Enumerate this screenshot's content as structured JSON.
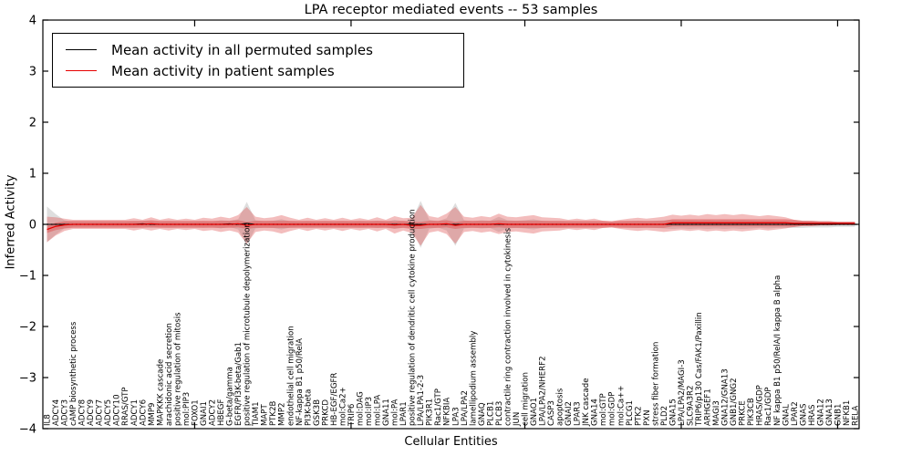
{
  "title": "LPA receptor mediated events -- 53 samples",
  "axes": {
    "xlabel": "Cellular Entities",
    "ylabel": "Inferred Activity",
    "yticks": [
      -4,
      -3,
      -2,
      -1,
      0,
      1,
      2,
      3,
      4
    ],
    "ylim": [
      -4,
      4
    ]
  },
  "legend": {
    "position": "upper left",
    "entries": [
      {
        "label": "Mean activity in all permuted samples",
        "color": "#000000"
      },
      {
        "label": "Mean activity in patient samples",
        "color": "#e60000"
      }
    ]
  },
  "colors": {
    "permuted_line": "#000000",
    "patient_line": "#e60000",
    "patient_band": "#e05252",
    "permuted_band": "#888888",
    "zero_line": "#000000"
  },
  "chart_data": {
    "type": "line",
    "title": "LPA receptor mediated events -- 53 samples",
    "xlabel": "Cellular Entities",
    "ylabel": "Inferred Activity",
    "ylim": [
      -4,
      4
    ],
    "grid": false,
    "legend_position": "upper left",
    "categories": [
      "IL8",
      "ADCY4",
      "ADCY3",
      "cAMP biosynthetic process",
      "ADCY8",
      "ADCY9",
      "ADCY7",
      "ADCY5",
      "ADCY10",
      "RRAS/GTP",
      "ADCY1",
      "ADCY6",
      "MMP9",
      "MAPKKK cascade",
      "arachidonic acid secretion",
      "positive regulation of mitosis",
      "mol:PIP3",
      "FOXO1",
      "GNAI1",
      "ADCY2",
      "HBEGF",
      "G-beta/gamma",
      "EGFR/PI3K-beta/Gab1",
      "positive regulation of microtubule depolymerization",
      "TIAM1",
      "MAPT",
      "PTK2B",
      "MMP2",
      "endothelial cell migration",
      "NF-kappa B1 p50/RelA",
      "PI3K-beta",
      "GSK3B",
      "PRKCD",
      "HB-EGF/EGFR",
      "mol:Ca2+",
      "TRIP6",
      "mol:DAG",
      "mol:IP3",
      "mol:LPA",
      "GNA11",
      "mol:PA",
      "LPAR1",
      "positive regulation of dendritic cell cytokine production",
      "LPA/LPA1-2-3",
      "PIK3R1",
      "Rac1/GTP",
      "NFKBIA",
      "LPA3",
      "LPA/LPA2",
      "lamellipodium assembly",
      "GNAQ",
      "PLCB1",
      "PLCB3",
      "contractile ring contraction involved in cytokinesis",
      "JUN",
      "cell migration",
      "GNAO1",
      "LPA/LPA2/NHERF2",
      "CASP3",
      "apoptosis",
      "GNAI2",
      "LPAR3",
      "JNK cascade",
      "GNA14",
      "mol:GTP",
      "mol:GDP",
      "mol:Ca++",
      "PLCG1",
      "PTK2",
      "PXN",
      "stress fiber formation",
      "PLD2",
      "GNA15",
      "LPA/LPA2/MAGI-3",
      "SLC9A3R2",
      "TRIP6/p130 Cas/FAK1/Paxillin",
      "ARHGEF1",
      "MAGI3",
      "GNA12/GNA13",
      "GNB1/GNG2",
      "PRKCE",
      "PIK3CB",
      "HRAS/GDP",
      "Rac1/GDP",
      "NF kappa B1 p50/RelA/I kappa B alpha",
      "GNAL",
      "LPAR2",
      "GNAS",
      "HRAS",
      "GNA12",
      "GNA13",
      "GNB1",
      "NFKB1",
      "RELA"
    ],
    "series": [
      {
        "name": "Mean activity in all permuted samples",
        "color": "#000000",
        "values": [
          0,
          0,
          0,
          0,
          0,
          0,
          0,
          0,
          0,
          0,
          0,
          0.01,
          0,
          0,
          0,
          0,
          0,
          0,
          0,
          0,
          0,
          0.01,
          0,
          0.02,
          0,
          0,
          0,
          0,
          0,
          0,
          0,
          0,
          0,
          0,
          0,
          0,
          0,
          0,
          0,
          0,
          0,
          0,
          0,
          0,
          0,
          0,
          0,
          0,
          0,
          0,
          0,
          0,
          0,
          0,
          0,
          0,
          0,
          0,
          0,
          0,
          0,
          0,
          0,
          0,
          0,
          0,
          0,
          0,
          0,
          0,
          0,
          0,
          0,
          0,
          0,
          0,
          0,
          0,
          0,
          0,
          0,
          0,
          0,
          0,
          0,
          0,
          0,
          0,
          0,
          0,
          0,
          0,
          0,
          0
        ]
      },
      {
        "name": "Mean activity in patient samples",
        "color": "#e60000",
        "values": [
          -0.1,
          -0.04,
          -0.01,
          0,
          0,
          0,
          0,
          0,
          0,
          0,
          0,
          0,
          0.01,
          0,
          0,
          0,
          0,
          0,
          0,
          0,
          0,
          0,
          0.01,
          -0.02,
          0,
          0,
          0,
          0,
          0,
          0,
          0,
          0,
          0,
          0,
          0,
          0,
          0,
          0,
          0,
          0,
          -0.01,
          0,
          -0.02,
          -0.02,
          0,
          0,
          0.01,
          -0.02,
          0,
          0,
          0,
          0,
          0.01,
          0,
          0,
          0,
          0,
          0,
          0,
          0,
          0,
          0,
          0,
          0,
          0,
          0,
          0,
          0,
          0,
          0,
          0,
          0,
          0.03,
          0.03,
          0.03,
          0.03,
          0.03,
          0.03,
          0.03,
          0.03,
          0.03,
          0.03,
          0.03,
          0.03,
          0.03,
          0.03,
          0.02,
          0.02,
          0.02,
          0.02,
          0.02,
          0.02,
          0.02,
          0.02,
          0.02
        ]
      }
    ],
    "bands": [
      {
        "name": "patient samples std band",
        "color": "#e05252",
        "center_series": 1,
        "halfwidth": [
          0.25,
          0.18,
          0.12,
          0.09,
          0.09,
          0.09,
          0.09,
          0.09,
          0.09,
          0.09,
          0.12,
          0.09,
          0.13,
          0.09,
          0.12,
          0.09,
          0.11,
          0.09,
          0.13,
          0.11,
          0.15,
          0.12,
          0.17,
          0.36,
          0.15,
          0.12,
          0.14,
          0.18,
          0.13,
          0.09,
          0.13,
          0.09,
          0.12,
          0.09,
          0.13,
          0.09,
          0.12,
          0.09,
          0.14,
          0.09,
          0.17,
          0.12,
          0.15,
          0.4,
          0.16,
          0.13,
          0.2,
          0.36,
          0.15,
          0.13,
          0.16,
          0.14,
          0.2,
          0.15,
          0.14,
          0.16,
          0.18,
          0.14,
          0.13,
          0.12,
          0.09,
          0.11,
          0.09,
          0.11,
          0.07,
          0.06,
          0.09,
          0.11,
          0.13,
          0.11,
          0.13,
          0.15,
          0.16,
          0.14,
          0.16,
          0.14,
          0.17,
          0.15,
          0.17,
          0.15,
          0.17,
          0.15,
          0.13,
          0.15,
          0.13,
          0.11,
          0.07,
          0.05,
          0.05,
          0.04,
          0.04,
          0.03,
          0.03,
          0.03
        ]
      },
      {
        "name": "permuted samples std band",
        "color": "#888888",
        "center_series": 0,
        "halfwidth": [
          0.35,
          0.2,
          0.08,
          0.05,
          0.05,
          0.05,
          0.05,
          0.05,
          0.05,
          0.05,
          0.06,
          0.05,
          0.07,
          0.05,
          0.06,
          0.05,
          0.05,
          0.05,
          0.06,
          0.05,
          0.08,
          0.06,
          0.1,
          0.42,
          0.08,
          0.06,
          0.07,
          0.1,
          0.06,
          0.05,
          0.06,
          0.05,
          0.06,
          0.05,
          0.06,
          0.05,
          0.06,
          0.05,
          0.07,
          0.05,
          0.09,
          0.06,
          0.08,
          0.46,
          0.09,
          0.06,
          0.12,
          0.42,
          0.08,
          0.06,
          0.08,
          0.07,
          0.15,
          0.08,
          0.07,
          0.08,
          0.1,
          0.07,
          0.06,
          0.06,
          0.05,
          0.05,
          0.05,
          0.05,
          0.04,
          0.04,
          0.05,
          0.06,
          0.07,
          0.06,
          0.07,
          0.08,
          0.09,
          0.08,
          0.09,
          0.08,
          0.09,
          0.08,
          0.09,
          0.08,
          0.09,
          0.08,
          0.07,
          0.08,
          0.07,
          0.07,
          0.07,
          0.07,
          0.06,
          0.06,
          0.06,
          0.05,
          0.05,
          0.05
        ]
      }
    ],
    "zero_line": {
      "y": 0,
      "style": "dotted",
      "color": "#000000"
    },
    "x_major_tick_indices": [
      17,
      35,
      55,
      73,
      91
    ]
  }
}
